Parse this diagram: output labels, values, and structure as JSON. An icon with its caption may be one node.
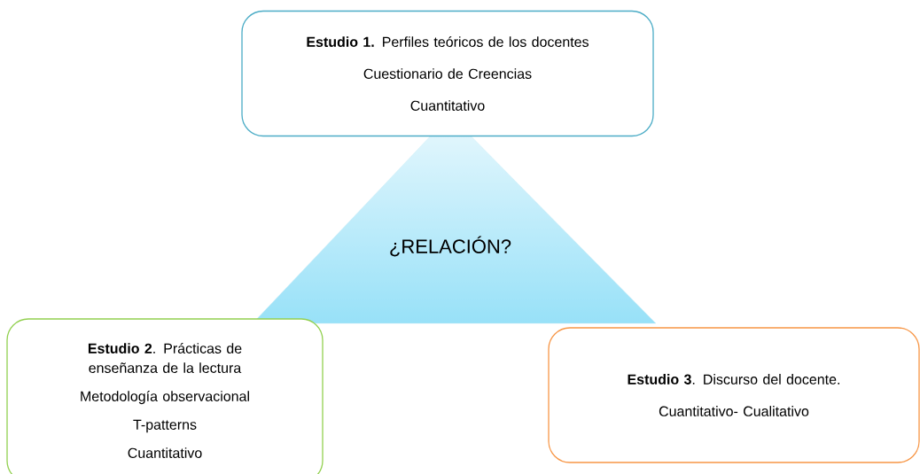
{
  "diagram": {
    "nodes": [
      {
        "text": [
          "**Estudio 1.** Perfiles teóricos de los docentes",
          "Cuestionario de  Creencias",
          "Cuantitativo"
        ]
      },
      {
        "text": [
          "¿RELACIÓN?"
        ]
      },
      {
        "text": [
          "**Estudio 2**. Prácticas  de enseñanza de la lectura",
          "Metodología observacional",
          "T-patterns",
          "Cuantitativo"
        ]
      },
      {
        "text": [
          "**Estudio 3**. Discurso  del docente.",
          "Cuantitativo- Cualitativo"
        ]
      }
    ]
  }
}
